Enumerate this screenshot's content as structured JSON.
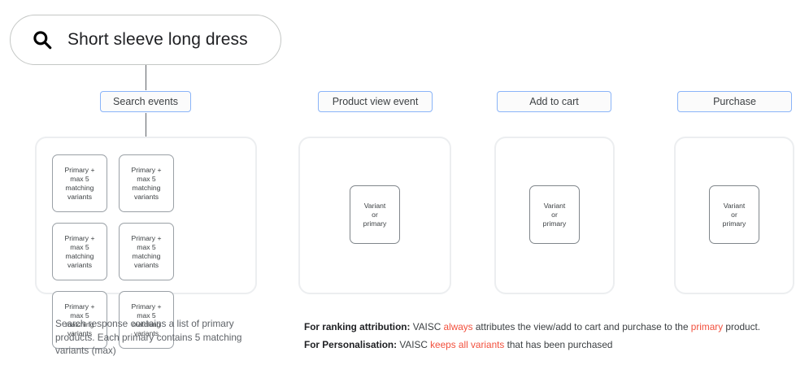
{
  "search": {
    "icon": "search-icon",
    "query": "Short sleeve long dress"
  },
  "chips": {
    "search_events": "Search events",
    "product_view_event": "Product view event",
    "add_to_cart": "Add to cart",
    "purchase": "Purchase"
  },
  "product_cards": [
    "Primary + max 5 matching variants",
    "Primary + max 5 matching variants",
    "Primary + max 5 matching variants",
    "Primary + max 5 matching variants",
    "Primary + max 5 matching variants",
    "Primary + max 5 matching variants"
  ],
  "product_card_lines": [
    "Primary +",
    "max 5",
    "matching",
    "variants"
  ],
  "variant_card_lines": [
    "Variant",
    "or",
    "primary"
  ],
  "captions": {
    "left": "Search response contains a list of primary products. Each primary contains 5 matching variants (max)"
  },
  "notes": {
    "ranking": {
      "lead": "For ranking attribution:",
      "part1": " VAISC ",
      "highlight1": "always",
      "part2": " attributes the view/add to cart and purchase to the ",
      "highlight2": "primary",
      "part3": " product."
    },
    "personalisation": {
      "lead": "For Personalisation:",
      "part1": " VAISC ",
      "highlight1": "keeps all variants",
      "part2": " that has been purchased"
    }
  },
  "colors": {
    "highlight": "#f2503d",
    "chip_border": "#8ab4f8",
    "panel_border": "#eceef0",
    "card_border": "#9aa0a6",
    "connector": "#5f6368"
  }
}
